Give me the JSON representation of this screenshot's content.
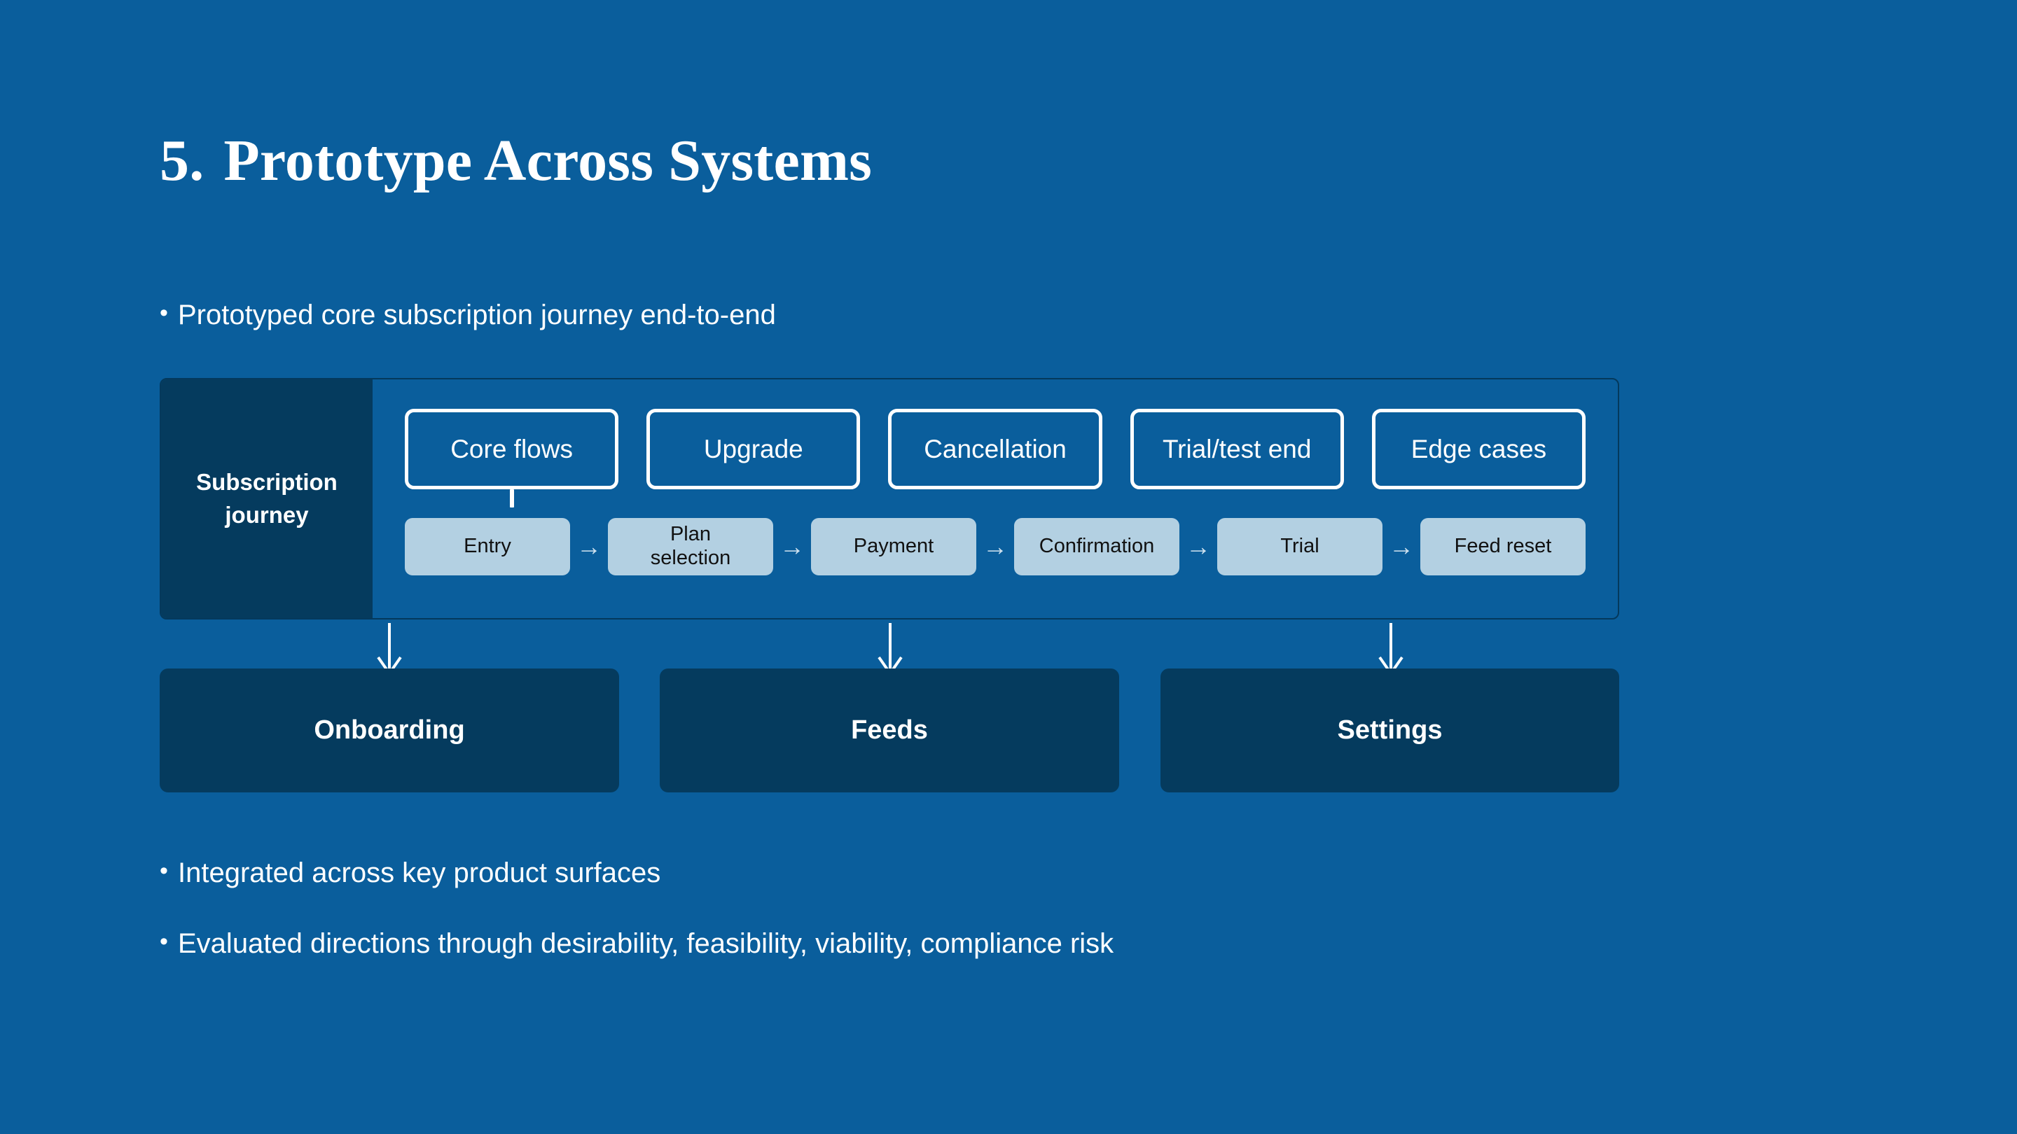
{
  "theme": {
    "background": "#0a5e9c",
    "navy": "#053b5e",
    "panel_border": "#04395c",
    "pill_fill": "#b3d0e2",
    "pill_text": "#111111",
    "white": "#ffffff",
    "arrow": "#cfe2ef"
  },
  "title": {
    "number": "5.",
    "text": "Prototype Across Systems"
  },
  "bullets": {
    "top": "Prototyped core subscription journey end-to-end",
    "middle": "Integrated across key product surfaces",
    "bottom": "Evaluated directions through desirability, feasibility, viability, compliance risk",
    "marker": "•"
  },
  "journey": {
    "label": "Subscription journey",
    "label_line1": "Subscription",
    "label_line2": "journey",
    "scenarios": [
      {
        "label": "Core flows"
      },
      {
        "label": "Upgrade"
      },
      {
        "label": "Cancellation"
      },
      {
        "label": "Trial/test end"
      },
      {
        "label": "Edge cases"
      }
    ],
    "steps": [
      {
        "label": "Entry",
        "lines": [
          "Entry"
        ]
      },
      {
        "label": "Plan selection",
        "lines": [
          "Plan",
          "selection"
        ]
      },
      {
        "label": "Payment",
        "lines": [
          "Payment"
        ]
      },
      {
        "label": "Confirmation",
        "lines": [
          "Confirmation"
        ]
      },
      {
        "label": "Trial",
        "lines": [
          "Trial"
        ]
      },
      {
        "label": "Feed reset",
        "lines": [
          "Feed reset"
        ]
      }
    ],
    "step_arrow": "→"
  },
  "surfaces": [
    {
      "label": "Onboarding"
    },
    {
      "label": "Feeds"
    },
    {
      "label": "Settings"
    }
  ]
}
